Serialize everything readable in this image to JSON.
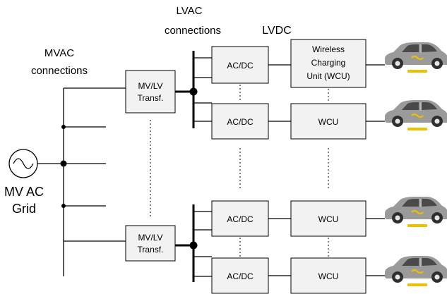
{
  "labels": {
    "lvac": [
      "LVAC",
      "connections"
    ],
    "mvac": [
      "MVAC",
      "connections"
    ],
    "lvdc": "LVDC",
    "grid": [
      "MV AC",
      "Grid"
    ]
  },
  "transformer": [
    "MV/LV",
    "Transf."
  ],
  "converter": "AC/DC",
  "wcu_full": [
    "Wireless",
    "Charging",
    "Unit (WCU)"
  ],
  "wcu_short": "WCU",
  "icons": {
    "ac_source": "sine-wave-source-icon",
    "vehicle": "electric-car-icon"
  },
  "colors": {
    "box_fill": "#f2f2f2",
    "charging_pad": "#f0c000",
    "car_body": "#9a9a9a"
  }
}
